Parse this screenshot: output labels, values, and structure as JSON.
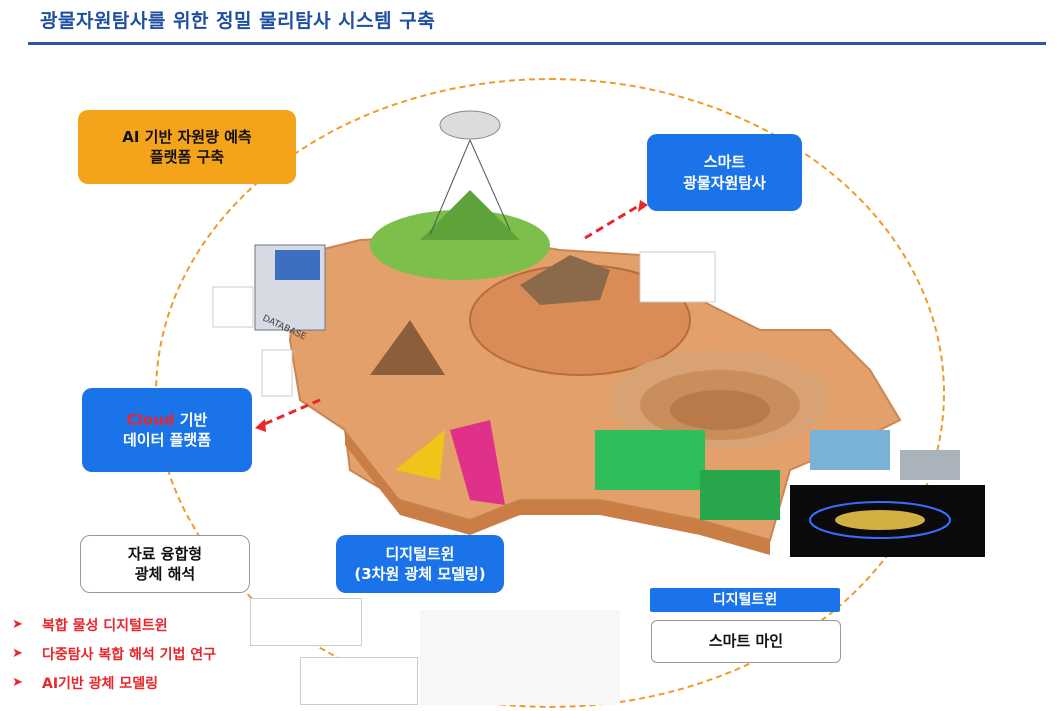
{
  "title": "광물자원탐사를 위한 정밀 물리탐사 시스템 구축",
  "boxes": {
    "ai_platform": [
      "AI 기반 자원량 예측",
      "플랫폼 구축"
    ],
    "smart_exploration": [
      "스마트",
      "광물자원탐사"
    ],
    "cloud": {
      "red": "Cloud",
      "rest": " 기반",
      "line2": "데이터 플랫폼"
    },
    "fusion": [
      "자료 융합형",
      "광체 해석"
    ],
    "digital_twin": [
      "디지털트윈",
      "(3차원 광체 모델링)"
    ],
    "digital_twin2": "디지털트윈",
    "smart_mine": "스마트 마인"
  },
  "bullets": [
    "복합 물성 디지털트윈",
    "다중탐사 복합 해석 기법 연구",
    "AI기반 광체 모델링"
  ],
  "scene_labels": {
    "database": "DATABASE"
  },
  "colors": {
    "title": "#1f4fa0",
    "orange": "#f5a31a",
    "blue": "#1a73e8",
    "red": "#e8262b",
    "dashed_ring": "#f19a2a"
  }
}
